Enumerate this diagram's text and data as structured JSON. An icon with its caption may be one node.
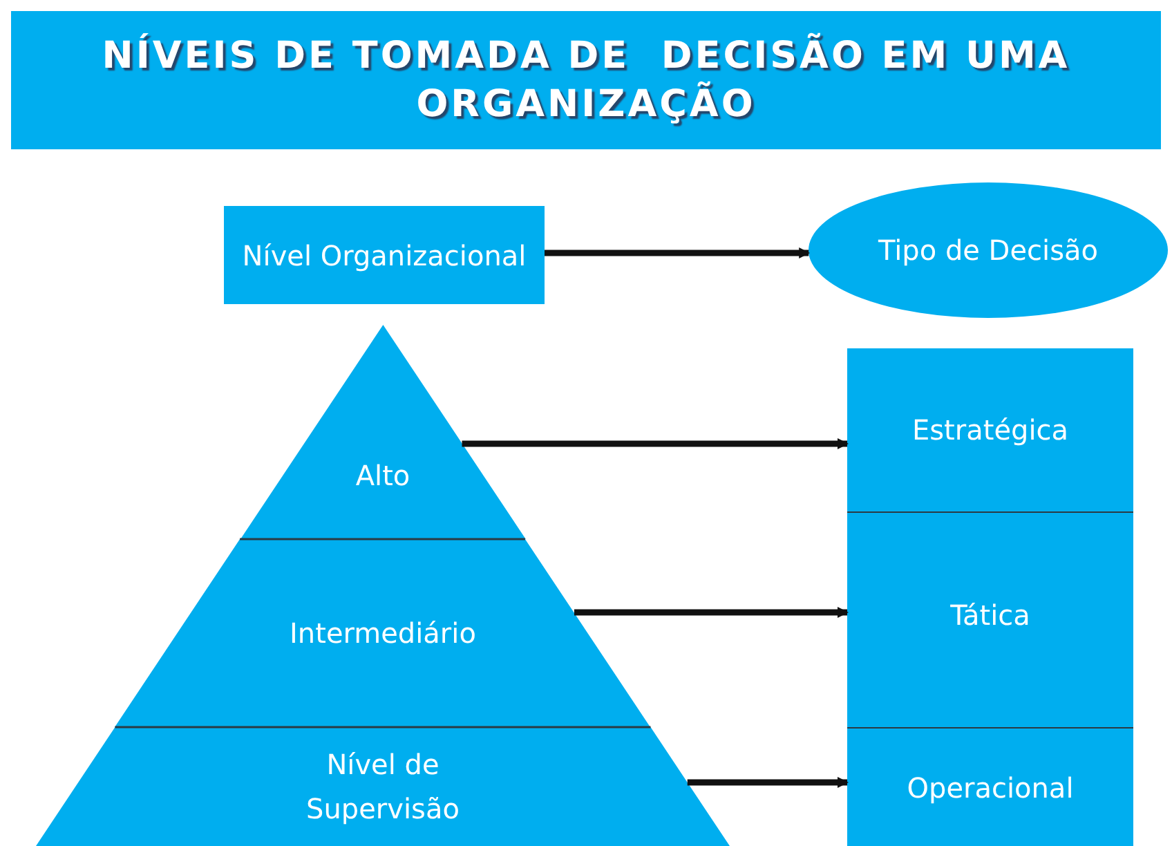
{
  "diagram": {
    "title": "NÍVEIS DE TOMADA DE  DECISÃO EM UMA ORGANIZAÇÃO",
    "nodes": [
      {
        "text": [
          "Nível Organizacional"
        ]
      },
      {
        "text": [
          "Tipo de Decisão"
        ]
      },
      {
        "text": [
          "Alto"
        ]
      },
      {
        "text": [
          "Intermediário"
        ]
      },
      {
        "text": [
          "Nível de Supervisão"
        ]
      },
      {
        "text": [
          "Estratégica"
        ]
      },
      {
        "text": [
          "Tática"
        ]
      },
      {
        "text": [
          "Operacional"
        ]
      }
    ],
    "edges": [
      {
        "from": 0,
        "to": 1,
        "arrow": "to"
      },
      {
        "from": 2,
        "to": 5,
        "arrow": "to"
      },
      {
        "from": 3,
        "to": 6,
        "arrow": "to"
      },
      {
        "from": 4,
        "to": 7,
        "arrow": "to"
      }
    ]
  }
}
